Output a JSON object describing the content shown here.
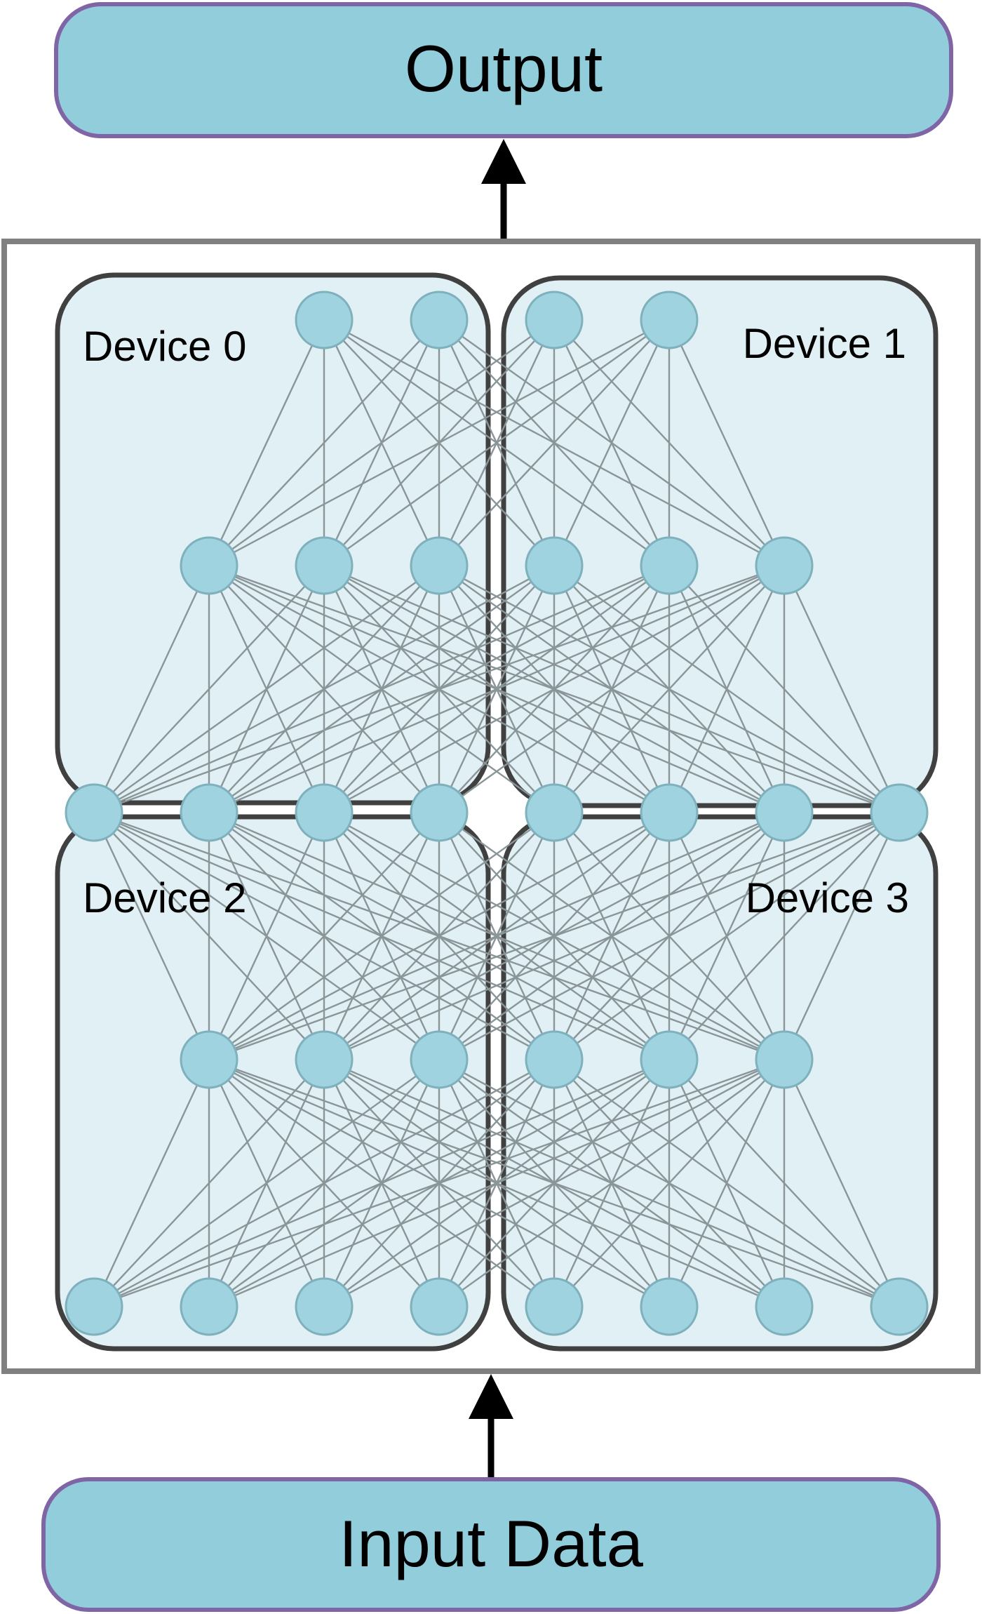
{
  "output_box": {
    "label": "Output"
  },
  "input_box": {
    "label": "Input Data"
  },
  "devices": [
    {
      "label": "Device 0"
    },
    {
      "label": "Device 1"
    },
    {
      "label": "Device 2"
    },
    {
      "label": "Device 3"
    }
  ],
  "network": {
    "layers": [
      8,
      6,
      8,
      6,
      4
    ],
    "layer_order": "bottom-to-top",
    "connectivity": "fully-connected"
  },
  "colors": {
    "pill_fill": "#92cddb",
    "pill_border": "#7f65a6",
    "device_fill": "#dcedf3",
    "device_border": "#404040",
    "neuron_fill": "#9fd3df",
    "edge": "#8a9598",
    "frame": "#808080"
  }
}
